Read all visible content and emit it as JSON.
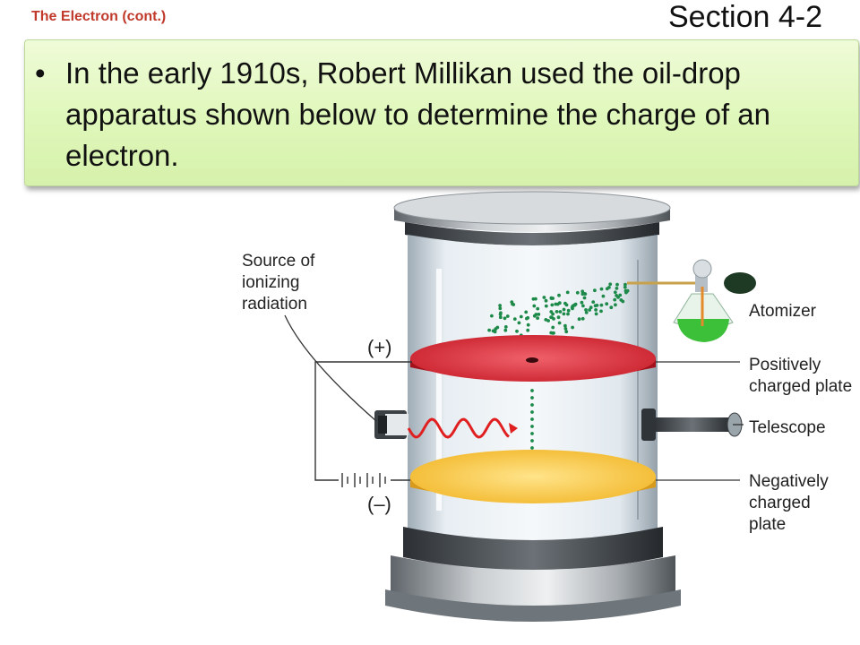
{
  "header": {
    "title": "The Electron (cont.)",
    "section": "Section 4-2"
  },
  "bullet": {
    "text": "In the early 1910s, Robert Millikan used the oil-drop apparatus shown below to determine the charge of an electron."
  },
  "diagram": {
    "labels": {
      "source_line1": "Source of",
      "source_line2": "ionizing",
      "source_line3": "radiation",
      "plus": "(+)",
      "minus": "(–)",
      "atomizer": "Atomizer",
      "positive_line1": "Positively",
      "positive_line2": "charged plate",
      "telescope": "Telescope",
      "negative_line1": "Negatively",
      "negative_line2": "charged",
      "negative_line3": "plate"
    },
    "colors": {
      "positive_plate": "#e23a45",
      "negative_plate": "#f7c640",
      "oil_drops": "#1e8a4a",
      "radiation": "#e02020",
      "atomizer_liquid": "#3cc03a"
    }
  }
}
